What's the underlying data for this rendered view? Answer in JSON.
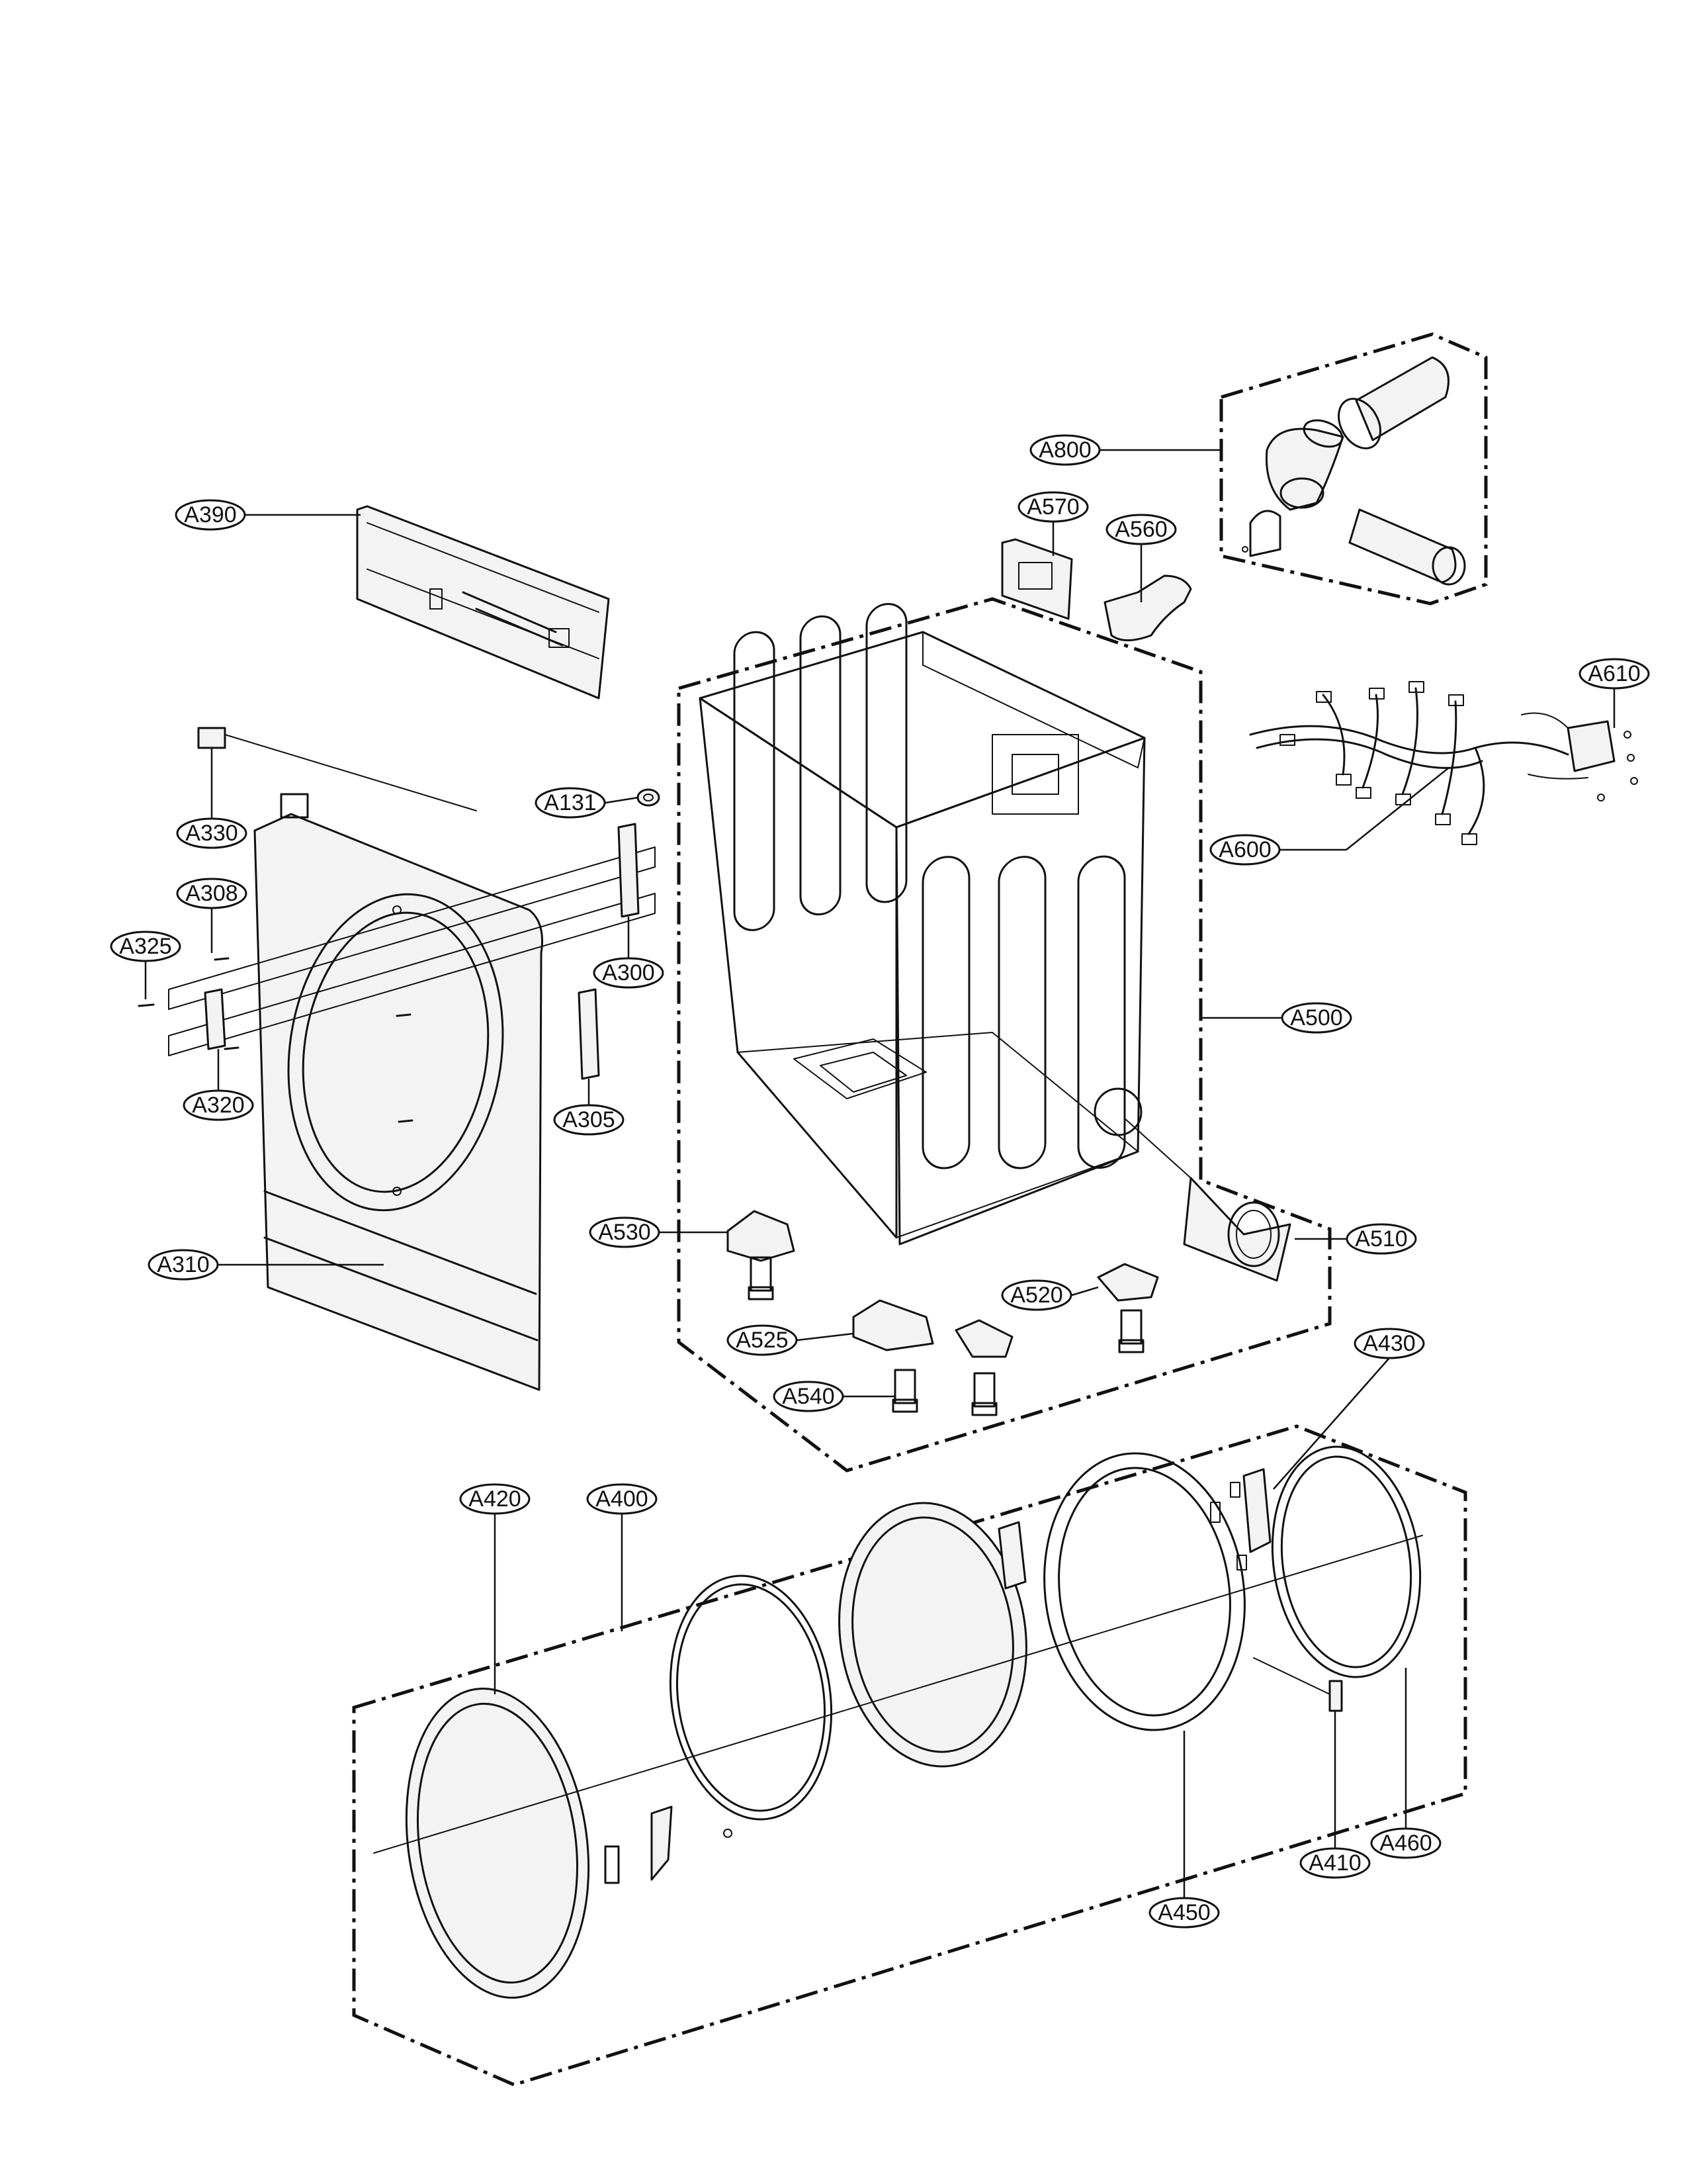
{
  "diagram": {
    "callouts": [
      {
        "id": "a800",
        "text": "A800"
      },
      {
        "id": "a390",
        "text": "A390"
      },
      {
        "id": "a570",
        "text": "A570"
      },
      {
        "id": "a560",
        "text": "A560"
      },
      {
        "id": "a610",
        "text": "A610"
      },
      {
        "id": "a330",
        "text": "A330"
      },
      {
        "id": "a131",
        "text": "A131"
      },
      {
        "id": "a600",
        "text": "A600"
      },
      {
        "id": "a308",
        "text": "A308"
      },
      {
        "id": "a325",
        "text": "A325"
      },
      {
        "id": "a300",
        "text": "A300"
      },
      {
        "id": "a500",
        "text": "A500"
      },
      {
        "id": "a320",
        "text": "A320"
      },
      {
        "id": "a305",
        "text": "A305"
      },
      {
        "id": "a530",
        "text": "A530"
      },
      {
        "id": "a510",
        "text": "A510"
      },
      {
        "id": "a310",
        "text": "A310"
      },
      {
        "id": "a520",
        "text": "A520"
      },
      {
        "id": "a525",
        "text": "A525"
      },
      {
        "id": "a430",
        "text": "A430"
      },
      {
        "id": "a540",
        "text": "A540"
      },
      {
        "id": "a420",
        "text": "A420"
      },
      {
        "id": "a400",
        "text": "A400"
      },
      {
        "id": "a410",
        "text": "A410"
      },
      {
        "id": "a460",
        "text": "A460"
      },
      {
        "id": "a450",
        "text": "A450"
      }
    ]
  }
}
